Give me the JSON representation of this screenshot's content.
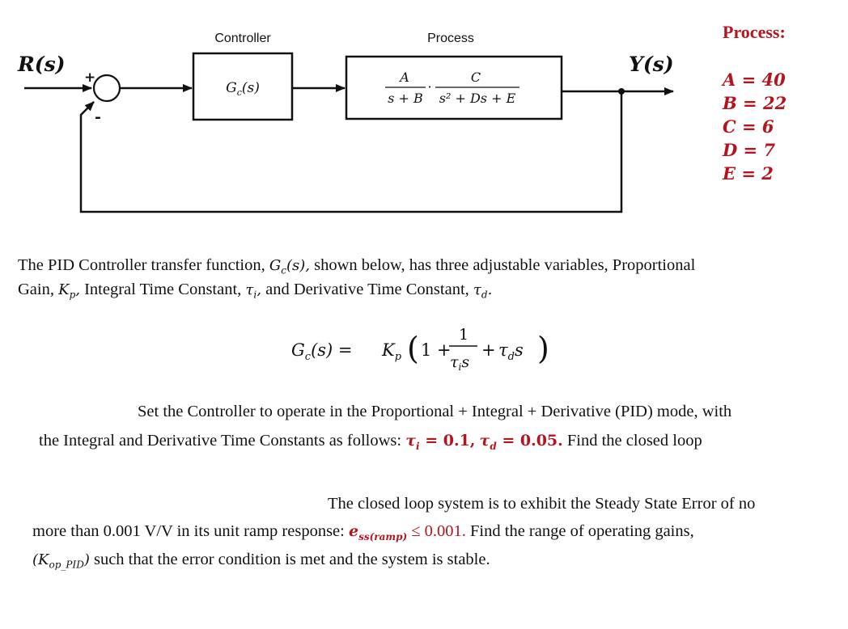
{
  "diagram": {
    "input_label": "R(s)",
    "output_label": "Y(s)",
    "plus_sign": "+",
    "minus_sign": "-",
    "controller_title": "Controller",
    "process_title": "Process",
    "controller_tf": "G",
    "controller_tf_sub": "c",
    "controller_tf_arg": "(s)",
    "process_tf": {
      "num1": "A",
      "den1": "s + B",
      "num2": "C",
      "den2": "s² + Ds + E",
      "dot": "·"
    }
  },
  "process_params": {
    "heading": "Process:",
    "values": [
      "A = 40",
      "B = 22",
      "C = 6",
      "D = 7",
      "E = 2"
    ]
  },
  "text": {
    "p1_line1_a": "The PID Controller transfer function,",
    "p1_line1_b": "shown below, has three adjustable variables, Proportional",
    "p1_line2_a": "Gain,",
    "p1_line2_b": "Integral Time Constant,",
    "p1_line2_c": "and Derivative Time Constant,",
    "formula": "Gc(s) = Kp (1 + 1/(τi s) + τd s)",
    "p2_line1": "Set the Controller to operate in the Proportional + Integral + Derivative (PID) mode, with",
    "p2_line2_a": "the Integral and Derivative Time Constants as follows:",
    "p2_ti": "τi = 0.1,",
    "p2_td": "τd = 0.05.",
    "p2_line2_b": "Find the closed loop",
    "p3_line1": "The closed loop system is to exhibit the Steady State Error of no",
    "p3_line2_a": "more than 0.001 V/V in its unit ramp response:",
    "p3_ess": "ess(ramp)",
    "p3_cond": "≤ 0.001.",
    "p3_line2_b": "Find the range of operating gains,",
    "p3_line3": "such that the error condition is met and the system is stable."
  },
  "colors": {
    "accent_red": "#b4141e",
    "ink": "#111111"
  }
}
